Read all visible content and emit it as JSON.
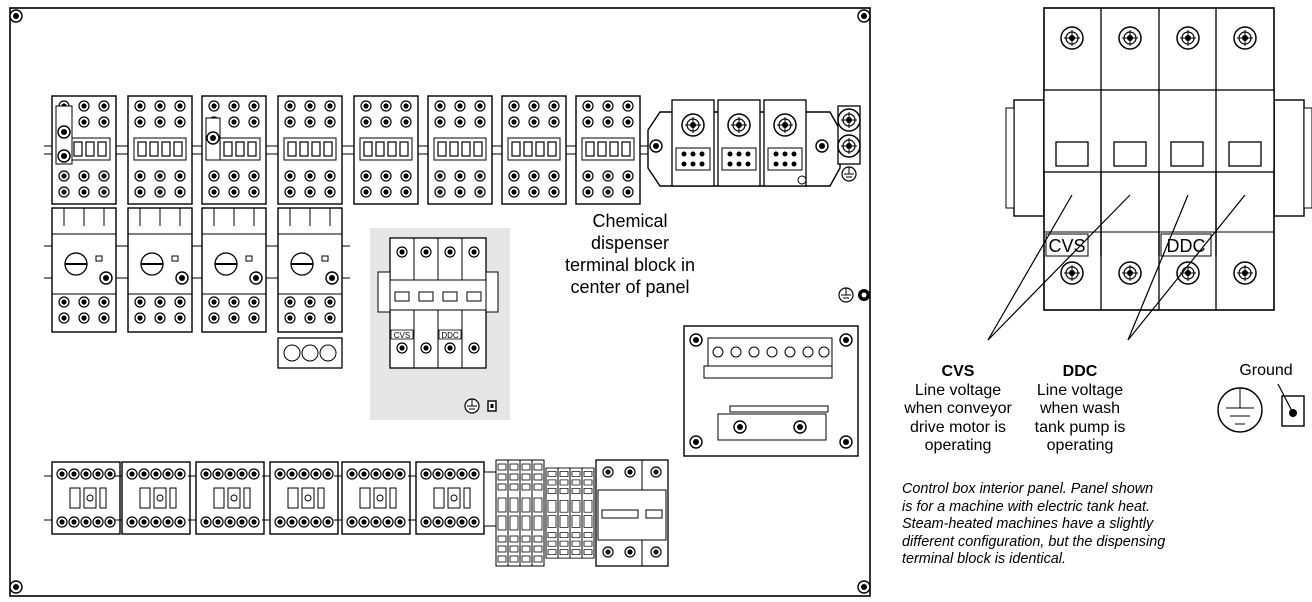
{
  "main_panel": {
    "chemical_label": [
      "Chemical",
      "dispenser",
      "terminal block in",
      "center of panel"
    ],
    "inset_cvs_tag": "CVS",
    "inset_ddc_tag": "DDC"
  },
  "detail_view": {
    "cvs_tag": "CVS",
    "ddc_tag": "DDC"
  },
  "callouts": {
    "cvs": {
      "title": "CVS",
      "lines": [
        "Line voltage",
        "when conveyor",
        "drive motor is",
        "operating"
      ]
    },
    "ddc": {
      "title": "DDC",
      "lines": [
        "Line voltage",
        "when wash",
        "tank pump is",
        "operating"
      ]
    },
    "ground": "Ground"
  },
  "caption": [
    "Control box interior panel. Panel shown",
    "is for a machine with electric tank heat.",
    "Steam-heated machines have a slightly",
    "different configuration, but the dispensing",
    "terminal block is identical."
  ]
}
